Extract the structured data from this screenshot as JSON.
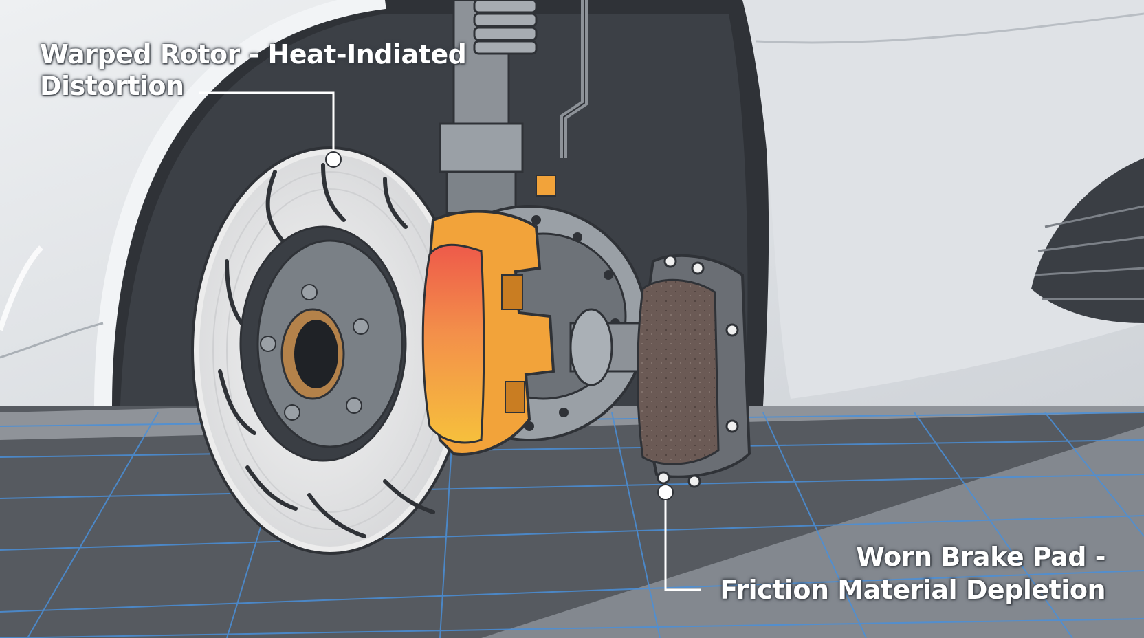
{
  "callouts": {
    "rotor": {
      "line1": "Warped Rotor - Heat-Indiated",
      "line2": "Distortion"
    },
    "pad": {
      "line1": "Worn Brake Pad -",
      "line2": "Friction Material Depletion"
    }
  },
  "colors": {
    "floor": "#55585d",
    "grid_line": "#4a90d9",
    "car_body": "#e4e6e9",
    "wheel_well": "#2f3237",
    "rotor": "#e7e7e7",
    "hub": "#6d7278",
    "caliper": "#f2a33a",
    "caliper_hot": "#ee5a4a",
    "pad_friction": "#6b5a55",
    "pad_backing": "#6a6e74",
    "leader_line": "#ffffff"
  },
  "icons": {
    "rotor": "brake-rotor-icon",
    "caliper": "brake-caliper-icon",
    "pad": "brake-pad-icon"
  }
}
